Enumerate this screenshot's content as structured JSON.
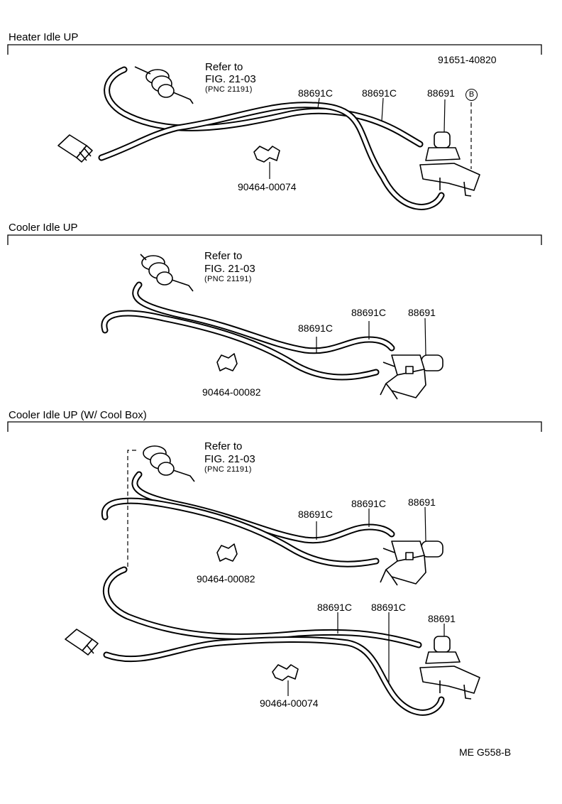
{
  "sections": [
    {
      "title": "Heater Idle UP",
      "refer": {
        "line1": "Refer to",
        "line2": "FIG. 21-03",
        "line3": "(PNC 21191)"
      },
      "parts": {
        "hose_a": "88691C",
        "hose_b": "88691C",
        "vsv": "88691",
        "bolt": "91651-40820",
        "clip": "90464-00074"
      },
      "bolt_badge": "B"
    },
    {
      "title": "Cooler Idle UP",
      "refer": {
        "line1": "Refer to",
        "line2": "FIG. 21-03",
        "line3": "(PNC 21191)"
      },
      "parts": {
        "hose_a": "88691C",
        "hose_b": "88691C",
        "vsv": "88691",
        "clip": "90464-00082"
      }
    },
    {
      "title": "Cooler Idle UP (W/ Cool Box)",
      "refer": {
        "line1": "Refer to",
        "line2": "FIG. 21-03",
        "line3": "(PNC 21191)"
      },
      "parts": {
        "hose_a": "88691C",
        "hose_b": "88691C",
        "vsv": "88691",
        "clip": "90464-00082",
        "hose_c": "88691C",
        "hose_d": "88691C",
        "vsv2": "88691",
        "clip2": "90464-00074"
      }
    }
  ],
  "drawing_code": "ME G558-B"
}
